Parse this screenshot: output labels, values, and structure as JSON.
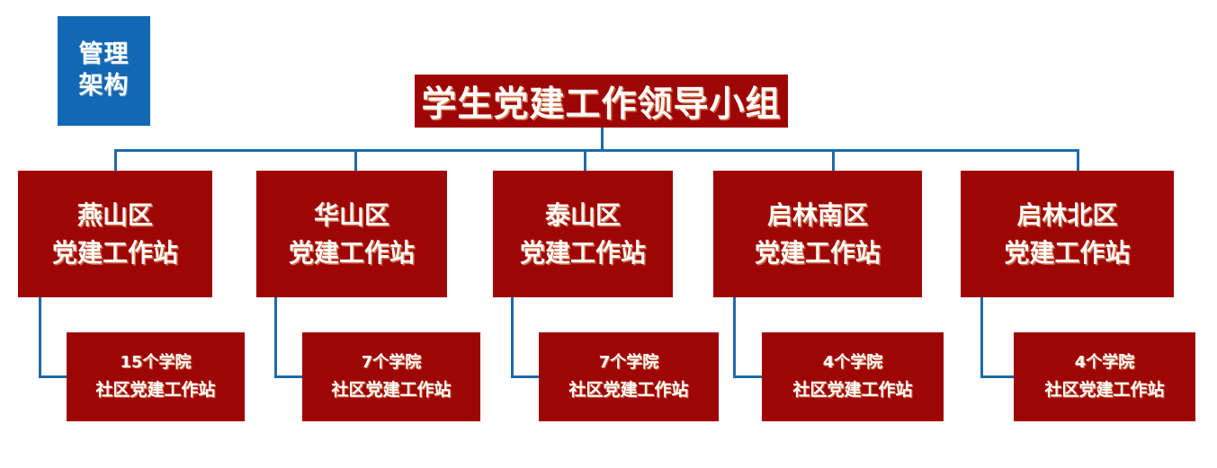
{
  "diagram": {
    "badge": {
      "lines": [
        "管理",
        "架构"
      ],
      "color": "#1368b3"
    },
    "title": {
      "label": "学生党建工作领导小组",
      "color": "#9e0606"
    },
    "connector_color": "#1f6aa8",
    "box_color": "#9e0606",
    "districts": [
      {
        "name": "燕山区",
        "unit": "党建工作站",
        "sub_count": "15个学院",
        "sub_unit": "社区党建工作站"
      },
      {
        "name": "华山区",
        "unit": "党建工作站",
        "sub_count": "7个学院",
        "sub_unit": "社区党建工作站"
      },
      {
        "name": "泰山区",
        "unit": "党建工作站",
        "sub_count": "7个学院",
        "sub_unit": "社区党建工作站"
      },
      {
        "name": "启林南区",
        "unit": "党建工作站",
        "sub_count": "4个学院",
        "sub_unit": "社区党建工作站"
      },
      {
        "name": "启林北区",
        "unit": "党建工作站",
        "sub_count": "4个学院",
        "sub_unit": "社区党建工作站"
      }
    ]
  }
}
